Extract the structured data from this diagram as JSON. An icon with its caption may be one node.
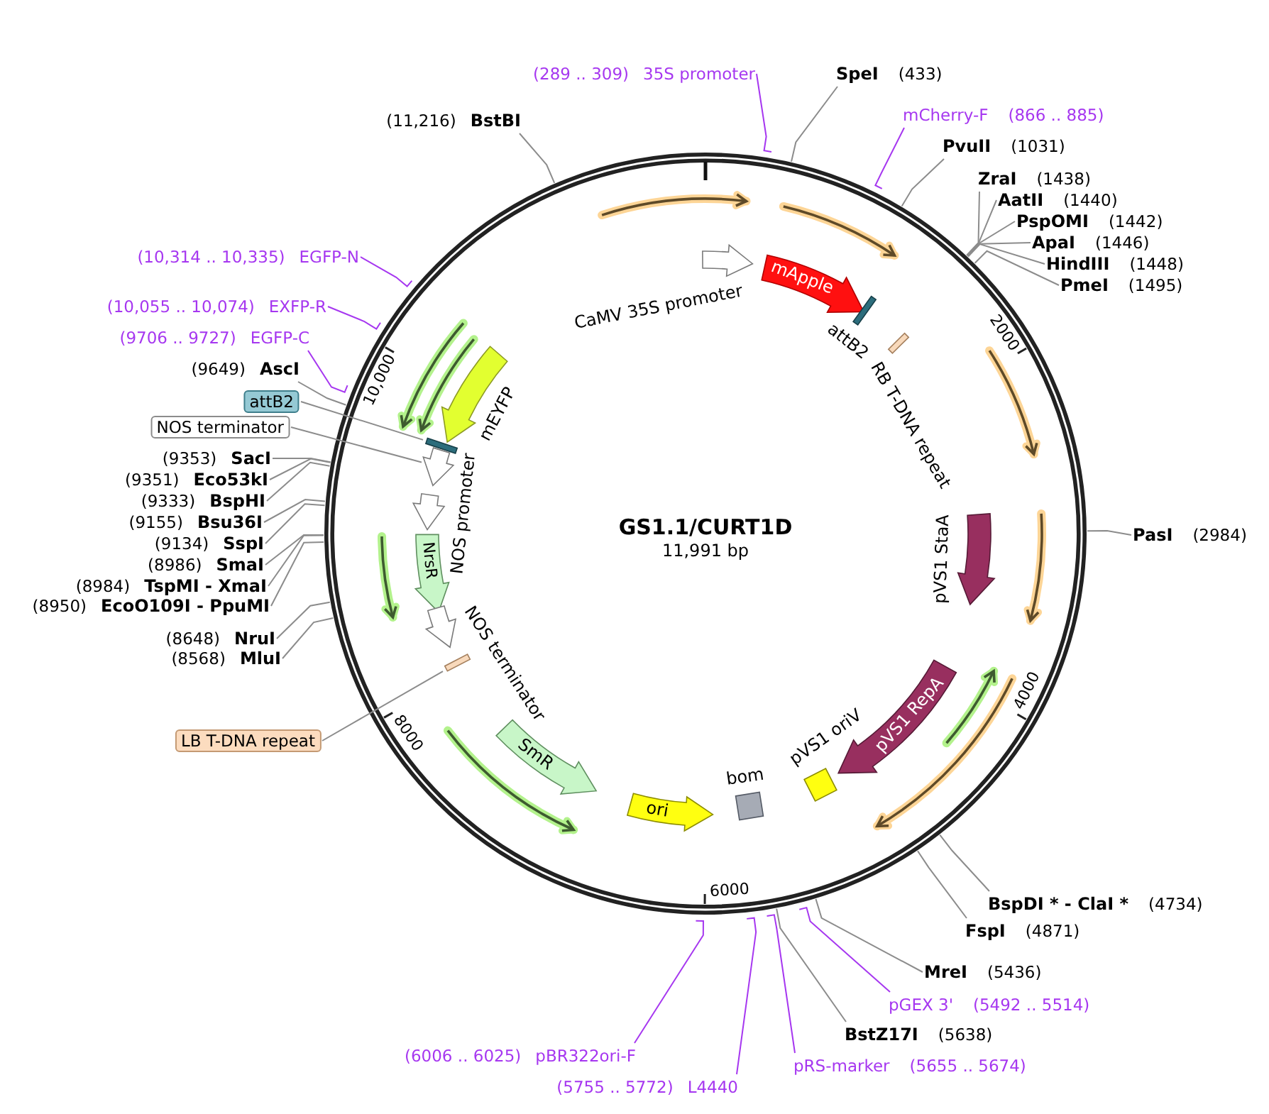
{
  "diagram": {
    "title": "GS1.1/CURT1D",
    "nodes": [
      {
        "text": [
          "(289 .. 309)",
          "35S promoter"
        ]
      },
      {
        "text": [
          "SpeI",
          "(433)"
        ]
      },
      {
        "text": [
          "mCherry-F",
          "(866 .. 885)"
        ]
      },
      {
        "text": [
          "(11,216)",
          "BstBI"
        ]
      },
      {
        "text": [
          "PvuII",
          "(1031)"
        ]
      },
      {
        "text": [
          "ZraI",
          "(1438)"
        ]
      },
      {
        "text": [
          "AatII",
          "(1440)"
        ]
      },
      {
        "text": [
          "PspOMI",
          "(1442)"
        ]
      },
      {
        "text": [
          "ApaI",
          "(1446)"
        ]
      },
      {
        "text": [
          "HindIII",
          "(1448)"
        ]
      },
      {
        "text": [
          "PmeI",
          "(1495)"
        ]
      },
      {
        "text": [
          "(10,314 .. 10,335)",
          "EGFP-N"
        ]
      },
      {
        "text": [
          "(10,055 .. 10,074)",
          "EXFP-R"
        ]
      },
      {
        "text": [
          "(9706 .. 9727)",
          "EGFP-C"
        ]
      },
      {
        "text": [
          "(9649)",
          "AscI"
        ]
      },
      {
        "text": [
          "attB2"
        ]
      },
      {
        "text": [
          "NOS terminator"
        ]
      },
      {
        "text": [
          "(9353)",
          "SacI"
        ]
      },
      {
        "text": [
          "(9351)",
          "Eco53kI"
        ]
      },
      {
        "text": [
          "(9333)",
          "BspHI"
        ]
      },
      {
        "text": [
          "(9155)",
          "Bsu36I"
        ]
      },
      {
        "text": [
          "PasI",
          "(2984)"
        ]
      },
      {
        "text": [
          "(9134)",
          "SspI"
        ]
      },
      {
        "text": [
          "(8986)",
          "SmaI"
        ]
      },
      {
        "text": [
          "(8984)",
          "TspMI - XmaI"
        ]
      },
      {
        "text": [
          "(8950)",
          "EcoO109I - PpuMI"
        ]
      },
      {
        "text": [
          "(8648)",
          "NruI"
        ]
      },
      {
        "text": [
          "(8568)",
          "MluI"
        ]
      },
      {
        "text": [
          "LB T-DNA repeat"
        ]
      },
      {
        "text": [
          "BspDI * - ClaI *",
          "(4734)"
        ]
      },
      {
        "text": [
          "FspI",
          "(4871)"
        ]
      },
      {
        "text": [
          "MreI",
          "(5436)"
        ]
      },
      {
        "text": [
          "pGEX 3'",
          "(5492 .. 5514)"
        ]
      },
      {
        "text": [
          "BstZ17I",
          "(5638)"
        ]
      },
      {
        "text": [
          "(6006 .. 6025)",
          "pBR322ori-F"
        ]
      },
      {
        "text": [
          "pRS-marker",
          "(5655 .. 5674)"
        ]
      },
      {
        "text": [
          "(5755 .. 5772)",
          "L4440"
        ]
      },
      {
        "text": [],
        "shape": "arrow",
        "beside": [
          "CaMV 35S promoter"
        ]
      },
      {
        "text": [
          "mApple"
        ]
      },
      {
        "text": [],
        "shape": "bar",
        "beside": [
          "attB2"
        ]
      },
      {
        "text": [],
        "shape": "bar",
        "beside": [
          "RB T-DNA repeat"
        ]
      },
      {
        "text": [],
        "shape": "arrow",
        "beside": [
          "mEYFP"
        ]
      },
      {
        "text": [],
        "shape": "bar"
      },
      {
        "text": [],
        "shape": "arrow"
      },
      {
        "text": [],
        "shape": "arrow",
        "beside": [
          "NOS promoter"
        ]
      },
      {
        "text": [
          "NrsR"
        ]
      },
      {
        "text": [],
        "shape": "arrow",
        "beside": [
          "pVS1 StaA"
        ]
      },
      {
        "text": [],
        "shape": "arrow",
        "beside": [
          "NOS terminator"
        ]
      },
      {
        "text": [],
        "shape": "bar"
      },
      {
        "text": [
          "pVS1 RepA"
        ]
      },
      {
        "text": [
          "SmR"
        ]
      },
      {
        "text": [],
        "shape": "box",
        "beside": [
          "pVS1 oriV"
        ]
      },
      {
        "text": [],
        "shape": "box",
        "beside": [
          "bom"
        ]
      },
      {
        "text": [
          "ori"
        ]
      }
    ],
    "edges": [
      {
        "from": 0,
        "to": null,
        "arrow": "none",
        "color": "#a637f0"
      },
      {
        "from": 1,
        "to": null,
        "arrow": "none"
      },
      {
        "from": 2,
        "to": null,
        "arrow": "none",
        "color": "#a637f0"
      },
      {
        "from": 3,
        "to": null,
        "arrow": "none"
      },
      {
        "from": 4,
        "to": null,
        "arrow": "none"
      },
      {
        "from": 5,
        "to": null,
        "arrow": "none"
      },
      {
        "from": 6,
        "to": null,
        "arrow": "none"
      },
      {
        "from": 7,
        "to": null,
        "arrow": "none"
      },
      {
        "from": 8,
        "to": null,
        "arrow": "none"
      },
      {
        "from": 9,
        "to": null,
        "arrow": "none"
      },
      {
        "from": 10,
        "to": null,
        "arrow": "none"
      },
      {
        "from": 11,
        "to": null,
        "arrow": "none",
        "color": "#a637f0"
      },
      {
        "from": 12,
        "to": null,
        "arrow": "none",
        "color": "#a637f0"
      },
      {
        "from": 13,
        "to": null,
        "arrow": "none",
        "color": "#a637f0"
      },
      {
        "from": 14,
        "to": null,
        "arrow": "none"
      },
      {
        "from": 15,
        "to": 42,
        "arrow": "none"
      },
      {
        "from": 16,
        "to": 43,
        "arrow": "none"
      },
      {
        "from": 17,
        "to": null,
        "arrow": "none"
      },
      {
        "from": 18,
        "to": null,
        "arrow": "none"
      },
      {
        "from": 19,
        "to": null,
        "arrow": "none"
      },
      {
        "from": 20,
        "to": null,
        "arrow": "none"
      },
      {
        "from": 21,
        "to": null,
        "arrow": "none"
      },
      {
        "from": 22,
        "to": null,
        "arrow": "none"
      },
      {
        "from": 23,
        "to": null,
        "arrow": "none"
      },
      {
        "from": 24,
        "to": null,
        "arrow": "none"
      },
      {
        "from": 25,
        "to": null,
        "arrow": "none"
      },
      {
        "from": 26,
        "to": null,
        "arrow": "none"
      },
      {
        "from": 27,
        "to": null,
        "arrow": "none"
      },
      {
        "from": 28,
        "to": 48,
        "arrow": "none"
      },
      {
        "from": 29,
        "to": null,
        "arrow": "none"
      },
      {
        "from": 30,
        "to": null,
        "arrow": "none"
      },
      {
        "from": 31,
        "to": null,
        "arrow": "none"
      },
      {
        "from": 32,
        "to": null,
        "arrow": "none",
        "color": "#a637f0"
      },
      {
        "from": 33,
        "to": null,
        "arrow": "none"
      },
      {
        "from": 34,
        "to": null,
        "arrow": "none",
        "color": "#a637f0"
      },
      {
        "from": 35,
        "to": null,
        "arrow": "none",
        "color": "#a637f0"
      },
      {
        "from": 36,
        "to": null,
        "arrow": "none",
        "color": "#a637f0"
      }
    ],
    "labels": [
      "2000",
      "10,000",
      "11,991 bp",
      "4000",
      "8000",
      "6000"
    ]
  }
}
